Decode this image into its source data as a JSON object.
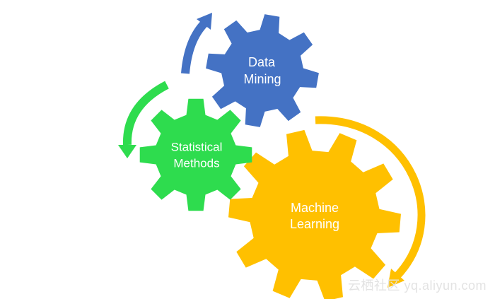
{
  "gears": {
    "data_mining": {
      "line1": "Data",
      "line2": "Mining",
      "color": "#4472C4"
    },
    "statistical_methods": {
      "line1": "Statistical",
      "line2": "Methods",
      "color": "#2EDC4E"
    },
    "machine_learning": {
      "line1": "Machine",
      "line2": "Learning",
      "color": "#FFC000"
    }
  },
  "arrows": {
    "blue_arrow_color": "#4472C4",
    "green_arrow_color": "#2EDC4E",
    "yellow_arrow_color": "#FFC000"
  },
  "watermark": {
    "text": "云栖社区 yq.aliyun.com"
  }
}
